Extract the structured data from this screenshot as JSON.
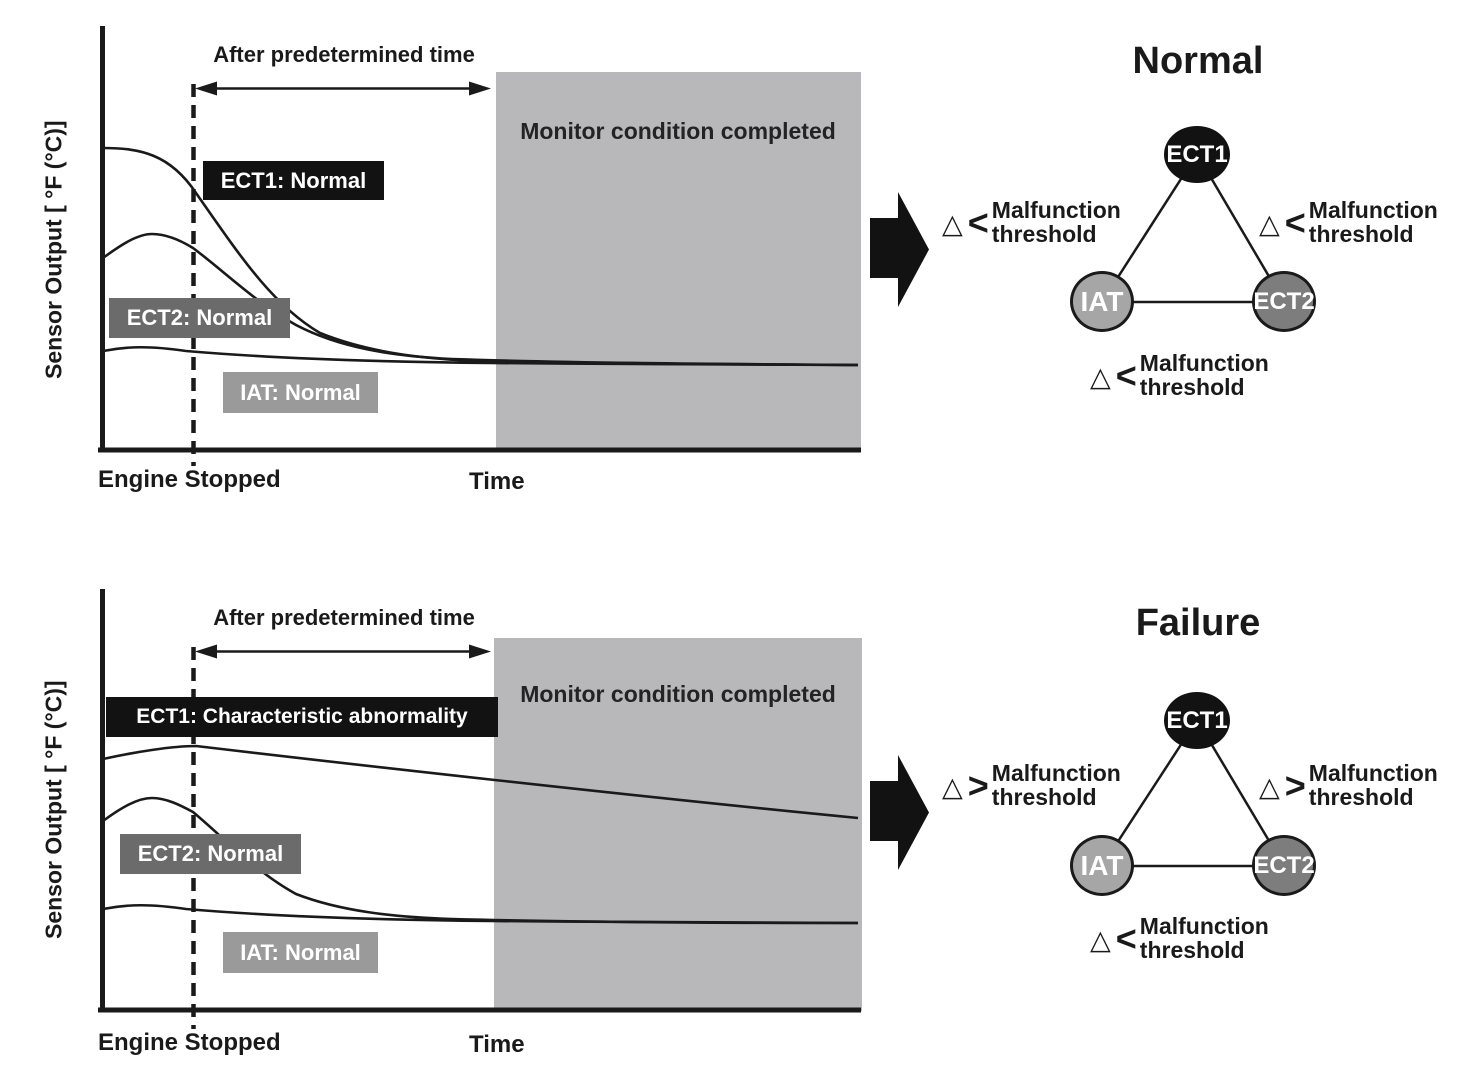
{
  "colors": {
    "line": "#1a1a1a",
    "monitor_region": "#b8b8ba",
    "ect1_box": "#121212",
    "ect2_box": "#6b6b6b",
    "iat_box": "#9a9a9a",
    "ect1_node": "#121212",
    "iat_node": "#a6a6a6",
    "ect2_node": "#7d7d7d",
    "box_text": "#ffffff"
  },
  "panels": [
    {
      "title": "Normal",
      "chart": {
        "y_axis_label": "Sensor Output [ °F (°C)]",
        "after_time_label": "After predetermined time",
        "monitor_label": "Monitor condition completed",
        "engine_stopped_label": "Engine Stopped",
        "time_label": "Time",
        "ect1_label": "ECT1: Normal",
        "ect2_label": "ECT2: Normal",
        "iat_label": "IAT: Normal"
      },
      "diagram": {
        "nodes": {
          "ect1": "ECT1",
          "iat": "IAT",
          "ect2": "ECT2"
        },
        "left_threshold": {
          "delta": "△",
          "comparator": "<",
          "line1": "Malfunction",
          "line2": "threshold"
        },
        "right_threshold": {
          "delta": "△",
          "comparator": "<",
          "line1": "Malfunction",
          "line2": "threshold"
        },
        "bottom_threshold": {
          "delta": "△",
          "comparator": "<",
          "line1": "Malfunction",
          "line2": "threshold"
        }
      }
    },
    {
      "title": "Failure",
      "chart": {
        "y_axis_label": "Sensor Output [ °F (°C)]",
        "after_time_label": "After predetermined time",
        "monitor_label": "Monitor condition completed",
        "engine_stopped_label": "Engine Stopped",
        "time_label": "Time",
        "ect1_label": "ECT1: Characteristic abnormality",
        "ect2_label": "ECT2: Normal",
        "iat_label": "IAT: Normal"
      },
      "diagram": {
        "nodes": {
          "ect1": "ECT1",
          "iat": "IAT",
          "ect2": "ECT2"
        },
        "left_threshold": {
          "delta": "△",
          "comparator": ">",
          "line1": "Malfunction",
          "line2": "threshold"
        },
        "right_threshold": {
          "delta": "△",
          "comparator": ">",
          "line1": "Malfunction",
          "line2": "threshold"
        },
        "bottom_threshold": {
          "delta": "△",
          "comparator": "<",
          "line1": "Malfunction",
          "line2": "threshold"
        }
      }
    }
  ]
}
